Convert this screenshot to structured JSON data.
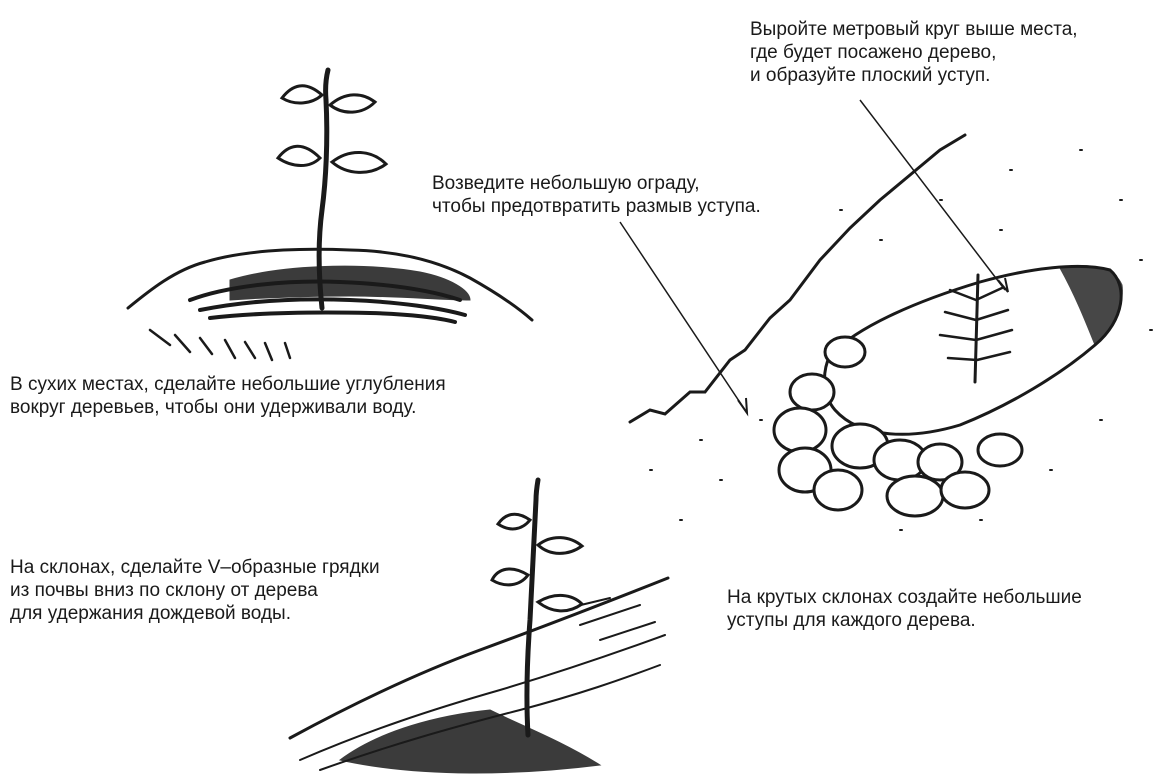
{
  "captions": {
    "terrace_circle": "Выройте метровый круг выше места,\nгде будет посажено дерево,\nи образуйте плоский уступ.",
    "small_wall": "Возведите небольшую ограду,\nчтобы предотвратить размыв уступа.",
    "dry_places": "В сухих местах, сделайте небольшие углубления\nвокруг деревьев, чтобы они удерживали воду.",
    "slopes_v_beds": "На склонах, сделайте V–образные грядки\nиз почвы вниз по склону от дерева\nдля удержания дождевой воды.",
    "steep_slopes": "На крутых склонах создайте небольшие\nуступы для каждого дерева."
  },
  "colors": {
    "ink": "#1a1a1a",
    "background": "#ffffff"
  }
}
